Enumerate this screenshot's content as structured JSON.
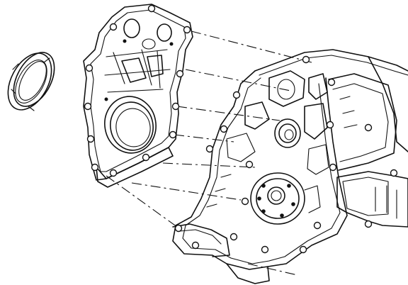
{
  "figure": {
    "kind": "exploded-view line drawing",
    "parts": [
      "oil-seal",
      "front-cover-plate",
      "engine-block-front"
    ]
  }
}
